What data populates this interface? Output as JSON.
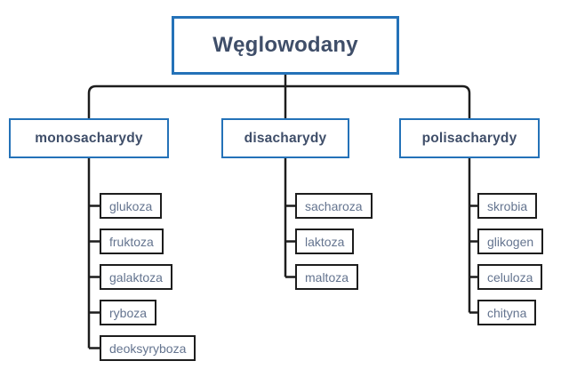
{
  "colors": {
    "accent_blue_border": "#2472b8",
    "heading_text": "#3f4e69",
    "leaf_text": "#64748f",
    "leaf_border": "#1d1d1d",
    "connector_line": "#1d1d1d",
    "background": "#ffffff"
  },
  "tree": {
    "root": {
      "label": "Węglowodany"
    },
    "branches": [
      {
        "label": "monosacharydy",
        "children": [
          "glukoza",
          "fruktoza",
          "galaktoza",
          "ryboza",
          "deoksyryboza"
        ]
      },
      {
        "label": "disacharydy",
        "children": [
          "sacharoza",
          "laktoza",
          "maltoza"
        ]
      },
      {
        "label": "polisacharydy",
        "children": [
          "skrobia",
          "glikogen",
          "celuloza",
          "chityna"
        ]
      }
    ]
  }
}
